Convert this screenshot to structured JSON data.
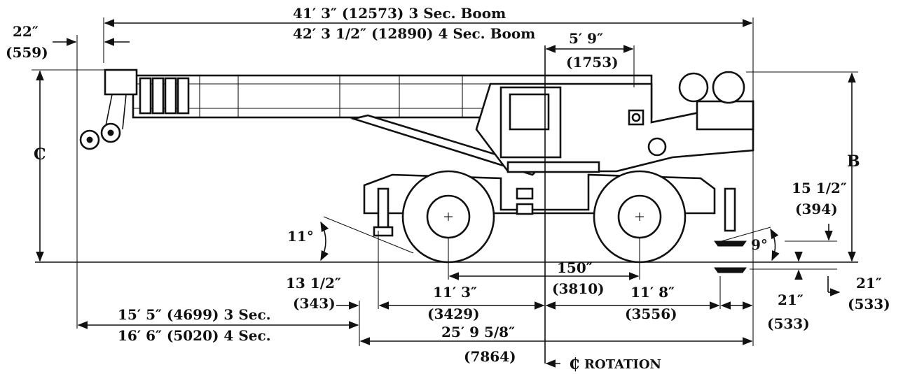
{
  "dimensions": {
    "boom_3sec": "41′ 3″ (12573) 3 Sec. Boom",
    "boom_4sec": "42′ 3 1/2″ (12890) 4 Sec. Boom",
    "tip_offset": "22″",
    "tip_offset_mm": "(559)",
    "pivot_offset": "5′ 9″",
    "pivot_offset_mm": "(1753)",
    "height_label_c": "C",
    "height_label_b": "B",
    "approach_angle": "11°",
    "departure_angle": "9°",
    "front_overhang": "13 1/2″",
    "front_overhang_mm": "(343)",
    "wheelbase": "150″",
    "wheelbase_mm": "(3810)",
    "front_to_rotation": "11′ 3″",
    "front_to_rotation_mm": "(3429)",
    "rotation_to_rear": "11′ 8″",
    "rotation_to_rear_mm": "(3556)",
    "rear_overhang": "21″",
    "rear_overhang_mm": "(533)",
    "ground_clearance": "15 1/2″",
    "ground_clearance_mm": "(394)",
    "outrigger_drop": "21″",
    "outrigger_drop_mm": "(533)",
    "boom_overhang_3sec": "15′ 5″ (4699) 3 Sec.",
    "boom_overhang_4sec": "16′ 6″ (5020) 4 Sec.",
    "overall_length": "25′ 9 5/8″",
    "overall_length_mm": "(7864)",
    "rotation_label": "ROTATION",
    "centerline_symbol": "₵"
  },
  "colors": {
    "ink": "#111111",
    "paper": "#ffffff"
  }
}
